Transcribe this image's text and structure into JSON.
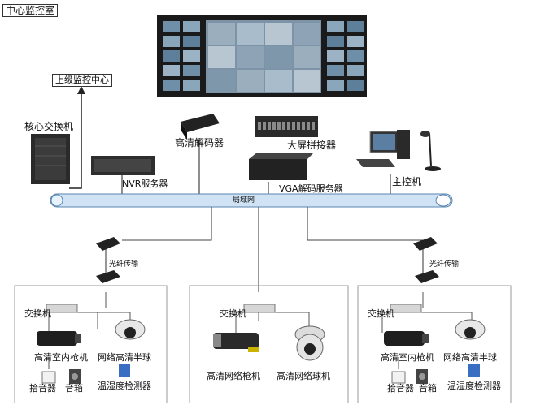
{
  "room_label": "中心监控室",
  "upper_center_label": "上级监控中心",
  "network_bus_label": "局域网",
  "devices": {
    "core_switch": "核心交换机",
    "nvr_server": "NVR服务器",
    "hd_decoder": "高清解码器",
    "vga_decoder_server": "VGA解码服务器",
    "big_screen_splicer": "大屏拼接器",
    "main_controller": "主控机"
  },
  "fiber_label": "光纤传输",
  "sites": [
    {
      "switch": "交换机",
      "cam_a": "高清室内枪机",
      "cam_b": "网络高清半球",
      "mic": "拾音器",
      "speaker": "音箱",
      "sensor": "温湿度检测器"
    },
    {
      "switch": "交换机",
      "cam_a": "高清网络枪机",
      "cam_b": "高清网络球机"
    },
    {
      "switch": "交换机",
      "cam_a": "高清室内枪机",
      "cam_b": "网络高清半球",
      "mic": "拾音器",
      "speaker": "音箱",
      "sensor": "温湿度检测器"
    }
  ],
  "colors": {
    "bus_fill": "#cfe3f5",
    "bus_stroke": "#5a86b0",
    "device_dark": "#2a2a2a",
    "wall_frame": "#1a1a1a"
  }
}
